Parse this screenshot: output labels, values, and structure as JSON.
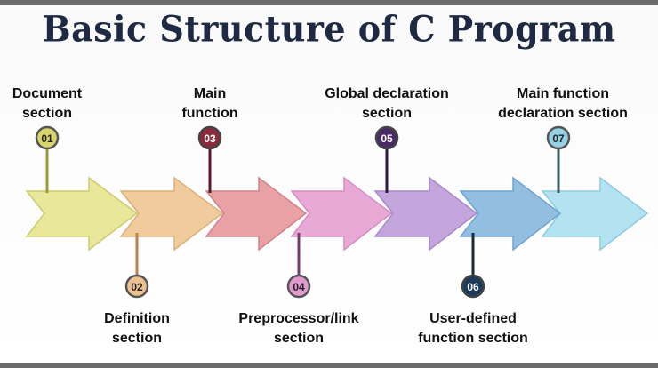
{
  "title": "Basic Structure of C Program",
  "steps": [
    {
      "number": "01",
      "line1": "Document",
      "line2": "section",
      "color": "#e8e79a",
      "marker": "#d8d66a"
    },
    {
      "number": "02",
      "line1": "Definition",
      "line2": "section",
      "color": "#f0cc9c",
      "marker": "#eec28e"
    },
    {
      "number": "03",
      "line1": "Main",
      "line2": "function",
      "color": "#e8a2a6",
      "marker": "#8a2a3a"
    },
    {
      "number": "04",
      "line1": "Preprocessor/link",
      "line2": "section",
      "color": "#e9a9d6",
      "marker": "#e19ad0"
    },
    {
      "number": "05",
      "line1": "Global declaration",
      "line2": "section",
      "color": "#c4a6dc",
      "marker": "#4a2a66"
    },
    {
      "number": "06",
      "line1": "User-defined",
      "line2": "function section",
      "color": "#92bfe1",
      "marker": "#1a3c5a"
    },
    {
      "number": "07",
      "line1": "Main function",
      "line2": "declaration section",
      "color": "#b3e3f1",
      "marker": "#96d2e6"
    }
  ]
}
